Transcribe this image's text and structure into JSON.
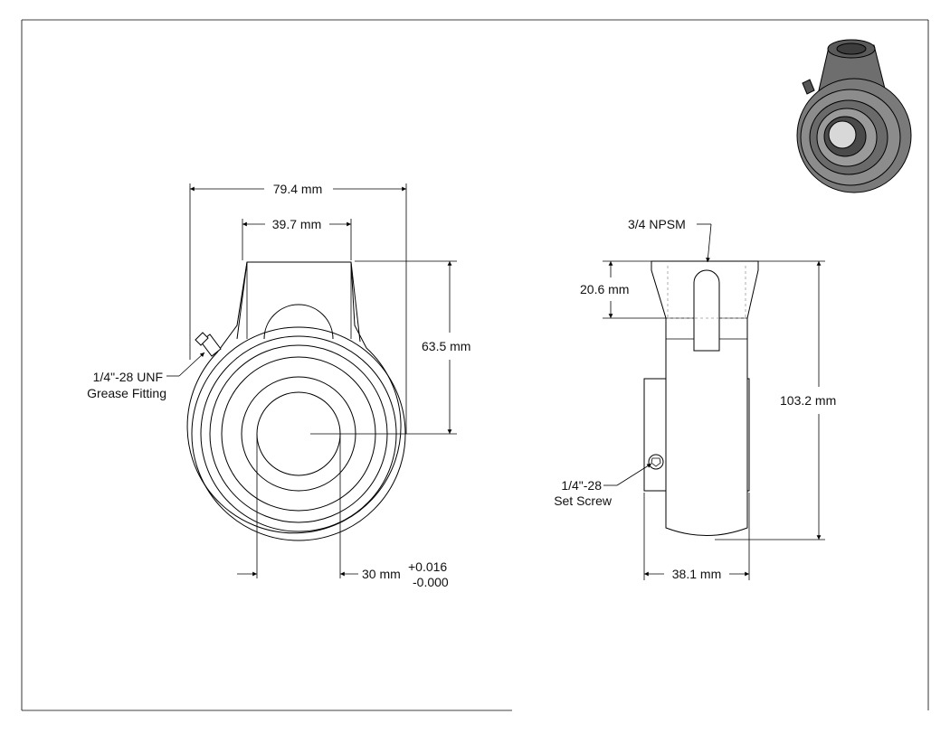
{
  "front_view": {
    "width_overall": "79.4 mm",
    "width_boss": "39.7 mm",
    "height_center": "63.5 mm",
    "grease_fitting": [
      "1/4\"-28 UNF",
      "Grease Fitting"
    ],
    "bore": "30 mm",
    "bore_tol_plus": "+0.016",
    "bore_tol_minus": "-0.000"
  },
  "side_view": {
    "thread": "3/4 NPSM",
    "thread_depth": "20.6 mm",
    "height_overall": "103.2 mm",
    "set_screw": [
      "1/4\"-28",
      "Set Screw"
    ],
    "width": "38.1 mm"
  },
  "colors": {
    "line": "#000000",
    "hidden_line": "#999999",
    "render_body": "#7a7a7a",
    "render_dark": "#4a4a4a",
    "render_light": "#a8a8a8"
  }
}
